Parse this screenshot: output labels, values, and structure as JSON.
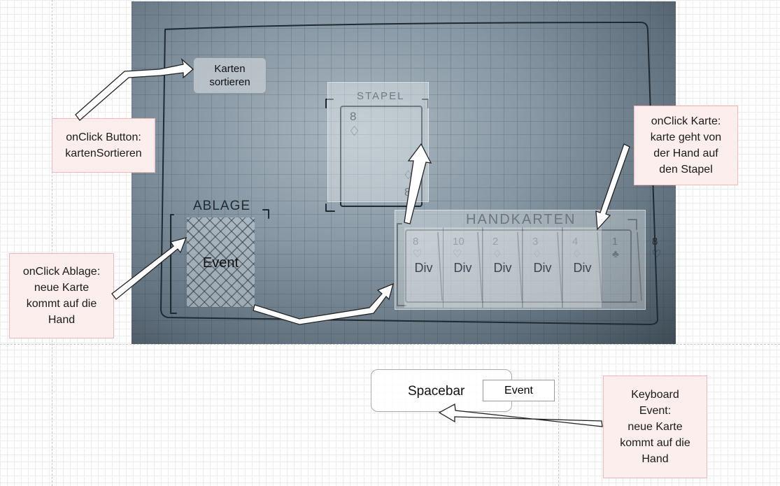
{
  "photo": {
    "labels": {
      "ablage": "ABLAGE",
      "stapel": "STAPEL",
      "handkarten": "HANDKARTEN"
    },
    "stapel_card": {
      "rank": "8",
      "suit": "♢"
    },
    "hand_cards": [
      {
        "rank": "8",
        "suit": "♡"
      },
      {
        "rank": "10",
        "suit": "♡"
      },
      {
        "rank": "2",
        "suit": "♢"
      },
      {
        "rank": "3",
        "suit": "♢"
      },
      {
        "rank": "4",
        "suit": "♢"
      },
      {
        "rank": "1",
        "suit": "♣"
      },
      {
        "rank": "8",
        "suit": "♡"
      }
    ]
  },
  "sort_button": {
    "label": "Karten\nsortieren"
  },
  "ablage_event": "Event",
  "hand_divs": [
    "Div",
    "Div",
    "Div",
    "Div",
    "Div"
  ],
  "notes": {
    "button": "onClick Button:\nkartenSortieren",
    "karte": "onClick Karte:\nkarte geht von\nder Hand auf\nden Stapel",
    "ablage": "onClick Ablage:\nneue Karte\nkommt auf die\nHand",
    "keyboard": "Keyboard\nEvent:\nneue Karte\nkommt auf die\nHand"
  },
  "spacebar": {
    "label": "Spacebar",
    "event_label": "Event"
  },
  "colors": {
    "note_fill": "#fdeeee",
    "note_border": "#f1b8b8",
    "photo_tint": "#8797a3"
  }
}
